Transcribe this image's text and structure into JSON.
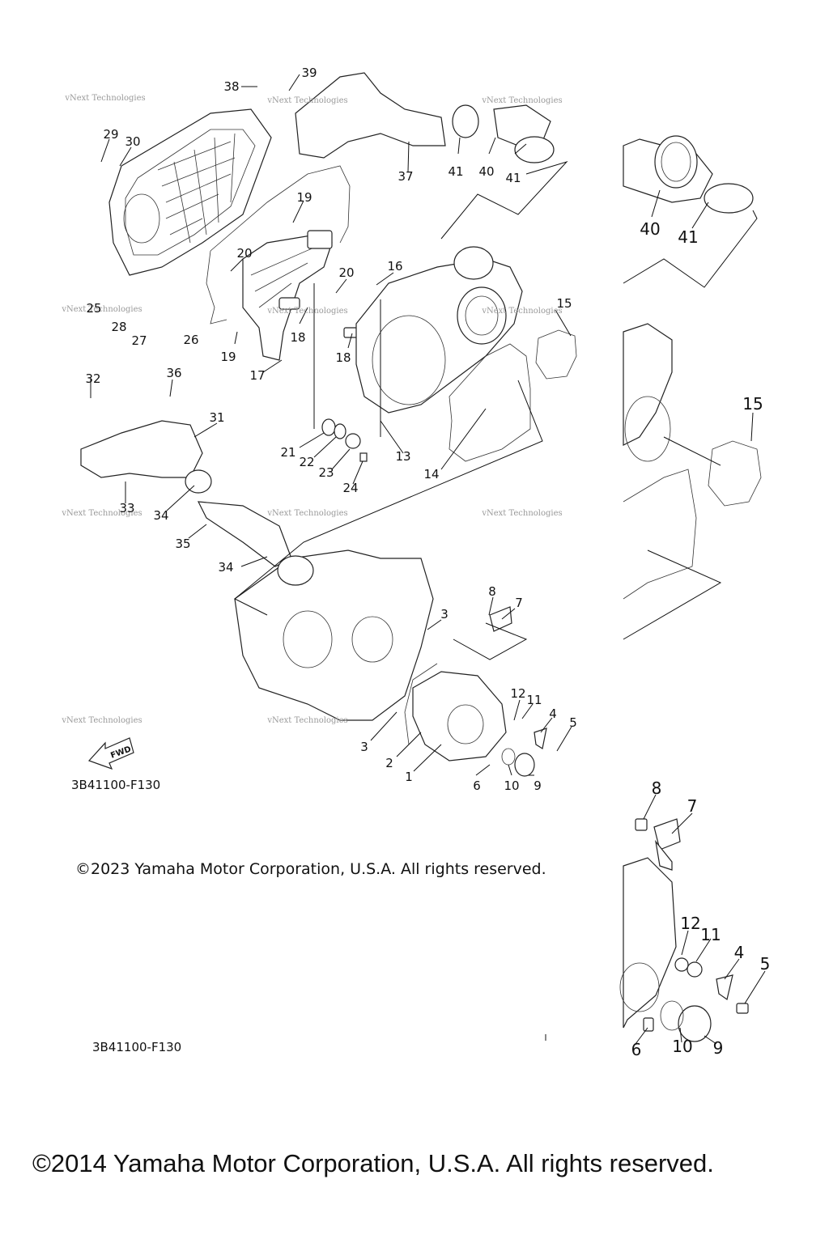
{
  "diagram_code": "3B41100-F130",
  "fwd_label": "FWD",
  "watermark_text": "vNext Technologies",
  "parts": [
    {
      "id": "1"
    },
    {
      "id": "2"
    },
    {
      "id": "3"
    },
    {
      "id": "4"
    },
    {
      "id": "5"
    },
    {
      "id": "6"
    },
    {
      "id": "7"
    },
    {
      "id": "8"
    },
    {
      "id": "9"
    },
    {
      "id": "10"
    },
    {
      "id": "11"
    },
    {
      "id": "12"
    },
    {
      "id": "13"
    },
    {
      "id": "14"
    },
    {
      "id": "15"
    },
    {
      "id": "16"
    },
    {
      "id": "17"
    },
    {
      "id": "18"
    },
    {
      "id": "19"
    },
    {
      "id": "20"
    },
    {
      "id": "21"
    },
    {
      "id": "22"
    },
    {
      "id": "23"
    },
    {
      "id": "24"
    },
    {
      "id": "25"
    },
    {
      "id": "26"
    },
    {
      "id": "27"
    },
    {
      "id": "28"
    },
    {
      "id": "29"
    },
    {
      "id": "30"
    },
    {
      "id": "31"
    },
    {
      "id": "32"
    },
    {
      "id": "33"
    },
    {
      "id": "34"
    },
    {
      "id": "35"
    },
    {
      "id": "36"
    },
    {
      "id": "37"
    },
    {
      "id": "38"
    },
    {
      "id": "39"
    },
    {
      "id": "40"
    },
    {
      "id": "41"
    }
  ],
  "copyright_2023": "©2023 Yamaha Motor Corporation, U.S.A. All rights reserved.",
  "copyright_2014": "©2014 Yamaha Motor Corporation, U.S.A. All rights reserved."
}
